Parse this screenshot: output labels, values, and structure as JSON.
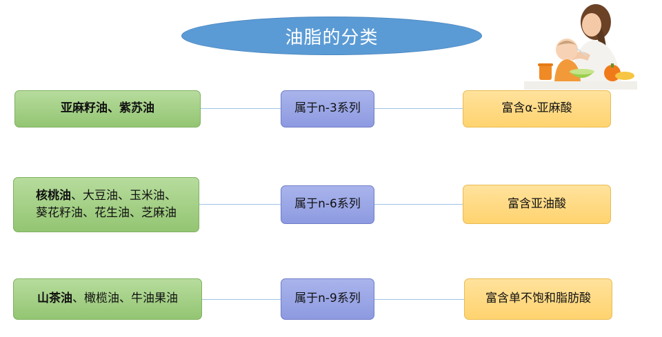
{
  "title": "油脂的分类",
  "rows": [
    {
      "oil_bold": "亚麻籽油、紫苏油",
      "oil_rest": "",
      "series": "属于n-3系列",
      "rich": "富含α-亚麻酸"
    },
    {
      "oil_bold": "核桃油",
      "oil_rest": "、大豆油、玉米油、",
      "oil_line2": "葵花籽油、花生油、芝麻油",
      "series": "属于n-6系列",
      "rich": "富含亚油酸"
    },
    {
      "oil_bold": "山茶油",
      "oil_rest": "、橄榄油、牛油果油",
      "series": "属于n-9系列",
      "rich": "富含单不饱和脂肪酸"
    }
  ],
  "colors": {
    "title_fill": "#5b9bd5",
    "oil_fill": "#a9d18e",
    "series_fill": "#9da8e6",
    "rich_fill": "#ffd97a",
    "connector": "#9cc3e6"
  },
  "photo": {
    "icon": "mother-feeding-baby-image"
  }
}
